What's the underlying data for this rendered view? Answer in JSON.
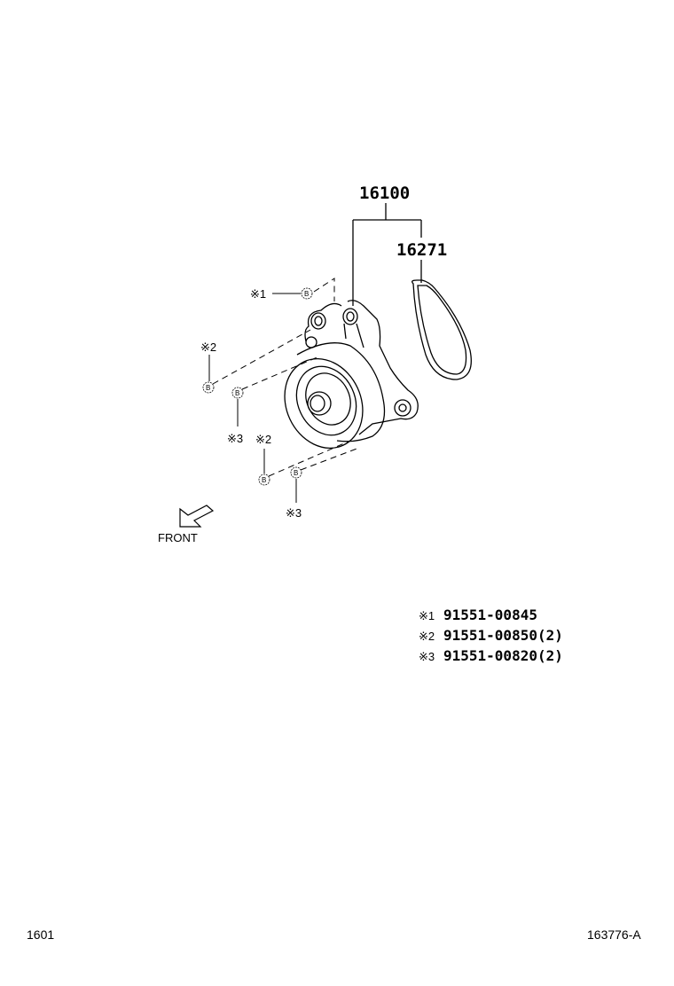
{
  "callouts": {
    "assembly": "16100",
    "gasket": "16271",
    "bolt_symbol": "B",
    "ref1": "※1",
    "ref2": "※2",
    "ref3": "※3",
    "front": "FRONT"
  },
  "legend": [
    {
      "mark": "※1",
      "part": "91551-00845"
    },
    {
      "mark": "※2",
      "part": "91551-00850(2)"
    },
    {
      "mark": "※3",
      "part": "91551-00820(2)"
    }
  ],
  "footer": {
    "left": "1601",
    "right": "163776-A"
  }
}
